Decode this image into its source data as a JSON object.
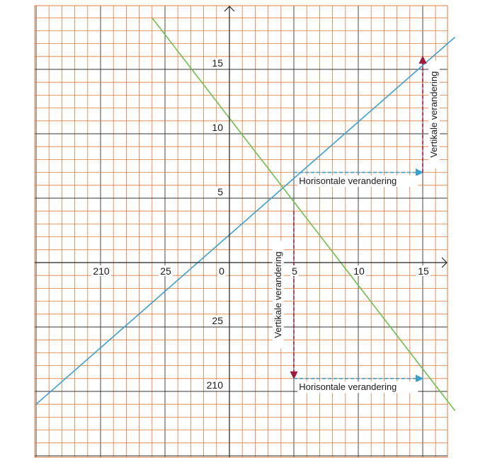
{
  "chart_data": {
    "type": "line",
    "title": "",
    "xlabel": "",
    "ylabel": "",
    "xlim": [
      -15,
      17.5
    ],
    "ylim": [
      -15,
      20
    ],
    "grid": true,
    "grid_minor_step": 1,
    "grid_major_step": 5,
    "x_ticks": [
      {
        "value": -10,
        "label": "210"
      },
      {
        "value": -5,
        "label": "25"
      },
      {
        "value": 0,
        "label": "0"
      },
      {
        "value": 5,
        "label": "5"
      },
      {
        "value": 10,
        "label": "10"
      },
      {
        "value": 15,
        "label": "15"
      }
    ],
    "y_ticks": [
      {
        "value": 15,
        "label": "15"
      },
      {
        "value": 10,
        "label": "10"
      },
      {
        "value": 5,
        "label": "5"
      },
      {
        "value": -5,
        "label": "25"
      },
      {
        "value": -10,
        "label": "210"
      }
    ],
    "series": [
      {
        "x": [
          -15,
          17.5
        ],
        "y": [
          -11,
          17.5
        ],
        "color": "#3aa0d0"
      },
      {
        "x": [
          -6,
          17.5
        ],
        "y": [
          19,
          -11.5
        ],
        "color": "#6cc04a"
      }
    ],
    "annotations": [
      {
        "kind": "horizontal-arrow",
        "from": [
          5,
          7
        ],
        "to": [
          15,
          7
        ],
        "label": "Horisontale verandering",
        "label_at": [
          5.4,
          6.1
        ]
      },
      {
        "kind": "vertical-arrow",
        "from": [
          15,
          7
        ],
        "to": [
          15,
          16
        ],
        "label": "Vertikale verandering",
        "label_at": [
          16.1,
          11.5
        ]
      },
      {
        "kind": "vertical-arrow",
        "from": [
          5,
          4
        ],
        "to": [
          5,
          -9
        ],
        "label": "Vertikale verandering",
        "label_at": [
          4.0,
          -2.5
        ]
      },
      {
        "kind": "horizontal-arrow",
        "from": [
          5,
          -9
        ],
        "to": [
          15,
          -9
        ],
        "label": "Horisontale verandering",
        "label_at": [
          5.4,
          -9.9
        ]
      }
    ],
    "colors": {
      "grid": "#e07b39",
      "axis": "#222222",
      "arrow_horizontal": "#3aa0d0",
      "arrow_vertical": "#a0183c"
    }
  }
}
